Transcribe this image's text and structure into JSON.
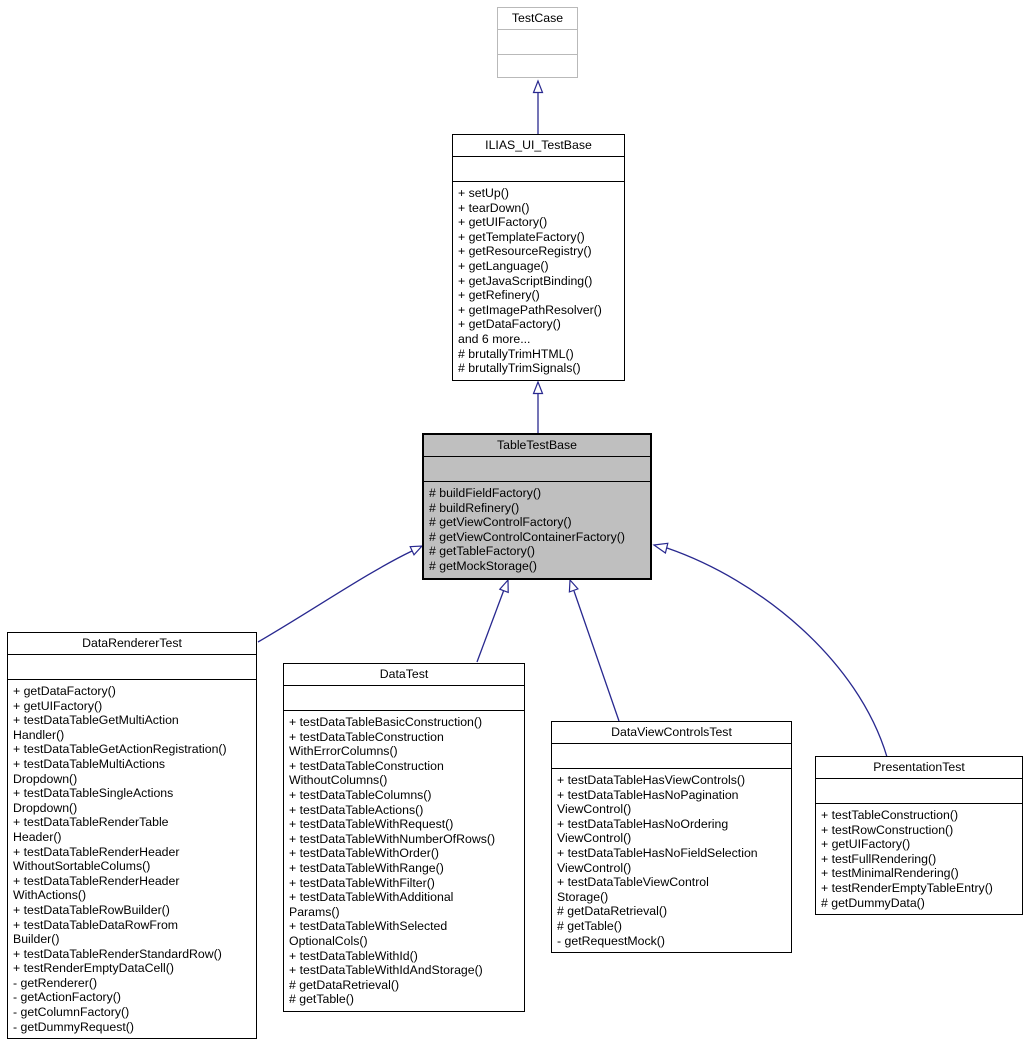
{
  "diagram": {
    "type": "uml-inheritance-class-diagram",
    "colors": {
      "arrow": "#28288f",
      "highlight_fill": "#bfbfbf",
      "external_border": "#b9b9b9",
      "box_border": "#000000",
      "text": "#000000",
      "background": "#ffffff"
    },
    "relations": [
      {
        "from": "ILIAS_UI_TestBase",
        "to": "TestCase",
        "type": "inheritance"
      },
      {
        "from": "TableTestBase",
        "to": "ILIAS_UI_TestBase",
        "type": "inheritance"
      },
      {
        "from": "DataRendererTest",
        "to": "TableTestBase",
        "type": "inheritance"
      },
      {
        "from": "DataTest",
        "to": "TableTestBase",
        "type": "inheritance"
      },
      {
        "from": "DataViewControlsTest",
        "to": "TableTestBase",
        "type": "inheritance"
      },
      {
        "from": "PresentationTest",
        "to": "TableTestBase",
        "type": "inheritance"
      }
    ]
  },
  "classes": {
    "testcase": {
      "title": "TestCase",
      "members": []
    },
    "ilias": {
      "title": "ILIAS_UI_TestBase",
      "members": [
        "+ setUp()",
        "+ tearDown()",
        "+ getUIFactory()",
        "+ getTemplateFactory()",
        "+ getResourceRegistry()",
        "+ getLanguage()",
        "+ getJavaScriptBinding()",
        "+ getRefinery()",
        "+ getImagePathResolver()",
        "+ getDataFactory()",
        "and 6 more...",
        "# brutallyTrimHTML()",
        "# brutallyTrimSignals()"
      ]
    },
    "tabletestbase": {
      "title": "TableTestBase",
      "members": [
        "# buildFieldFactory()",
        "# buildRefinery()",
        "# getViewControlFactory()",
        "# getViewControlContainerFactory()",
        "# getTableFactory()",
        "# getMockStorage()"
      ]
    },
    "datarenderer": {
      "title": "DataRendererTest",
      "members": [
        "+ getDataFactory()",
        "+ getUIFactory()",
        "+ testDataTableGetMultiAction",
        "Handler()",
        "+ testDataTableGetActionRegistration()",
        "+ testDataTableMultiActions",
        "Dropdown()",
        "+ testDataTableSingleActions",
        "Dropdown()",
        "+ testDataTableRenderTable",
        "Header()",
        "+ testDataTableRenderHeader",
        "WithoutSortableColums()",
        "+ testDataTableRenderHeader",
        "WithActions()",
        "+ testDataTableRowBuilder()",
        "+ testDataTableDataRowFrom",
        "Builder()",
        "+ testDataTableRenderStandardRow()",
        "+ testRenderEmptyDataCell()",
        "- getRenderer()",
        "- getActionFactory()",
        "- getColumnFactory()",
        "- getDummyRequest()"
      ]
    },
    "datatest": {
      "title": "DataTest",
      "members": [
        "+ testDataTableBasicConstruction()",
        "+ testDataTableConstruction",
        "WithErrorColumns()",
        "+ testDataTableConstruction",
        "WithoutColumns()",
        "+ testDataTableColumns()",
        "+ testDataTableActions()",
        "+ testDataTableWithRequest()",
        "+ testDataTableWithNumberOfRows()",
        "+ testDataTableWithOrder()",
        "+ testDataTableWithRange()",
        "+ testDataTableWithFilter()",
        "+ testDataTableWithAdditional",
        "Params()",
        "+ testDataTableWithSelected",
        "OptionalCols()",
        "+ testDataTableWithId()",
        "+ testDataTableWithIdAndStorage()",
        "# getDataRetrieval()",
        "# getTable()"
      ]
    },
    "dataviewcontrols": {
      "title": "DataViewControlsTest",
      "members": [
        "+ testDataTableHasViewControls()",
        "+ testDataTableHasNoPagination",
        "ViewControl()",
        "+ testDataTableHasNoOrdering",
        "ViewControl()",
        "+ testDataTableHasNoFieldSelection",
        "ViewControl()",
        "+ testDataTableViewControl",
        "Storage()",
        "# getDataRetrieval()",
        "# getTable()",
        "- getRequestMock()"
      ]
    },
    "presentation": {
      "title": "PresentationTest",
      "members": [
        "+ testTableConstruction()",
        "+ testRowConstruction()",
        "+ getUIFactory()",
        "+ testFullRendering()",
        "+ testMinimalRendering()",
        "+ testRenderEmptyTableEntry()",
        "# getDummyData()"
      ]
    }
  }
}
